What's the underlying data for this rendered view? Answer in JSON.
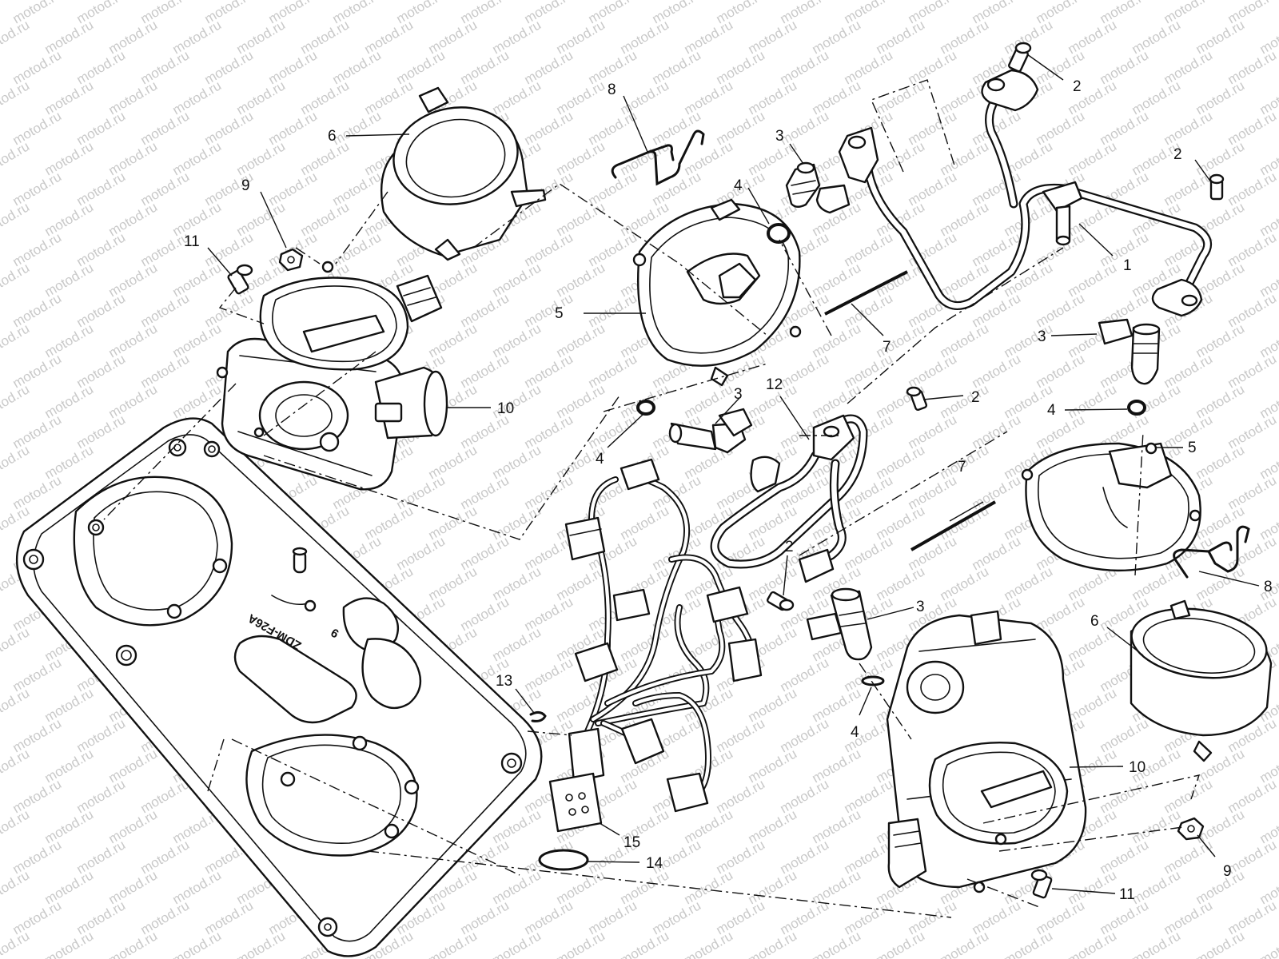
{
  "watermark": "motod.ru",
  "colors": {
    "line": "#111111",
    "background": "#ffffff",
    "watermark": "#c9c9c9"
  },
  "plenum_marking": "ZDM-F26A",
  "plenum_marking_small": "9",
  "callouts": [
    {
      "id": "c2a",
      "label": "2"
    },
    {
      "id": "c2b",
      "label": "2"
    },
    {
      "id": "c2c",
      "label": "2"
    },
    {
      "id": "c2d",
      "label": "2"
    },
    {
      "id": "c1",
      "label": "1"
    },
    {
      "id": "c3a",
      "label": "3"
    },
    {
      "id": "c3b",
      "label": "3"
    },
    {
      "id": "c3c",
      "label": "3"
    },
    {
      "id": "c3d",
      "label": "3"
    },
    {
      "id": "c4a",
      "label": "4"
    },
    {
      "id": "c4b",
      "label": "4"
    },
    {
      "id": "c4c",
      "label": "4"
    },
    {
      "id": "c4d",
      "label": "4"
    },
    {
      "id": "c5a",
      "label": "5"
    },
    {
      "id": "c5b",
      "label": "5"
    },
    {
      "id": "c6a",
      "label": "6"
    },
    {
      "id": "c6b",
      "label": "6"
    },
    {
      "id": "c7a",
      "label": "7"
    },
    {
      "id": "c7b",
      "label": "7"
    },
    {
      "id": "c8a",
      "label": "8"
    },
    {
      "id": "c8b",
      "label": "8"
    },
    {
      "id": "c9a",
      "label": "9"
    },
    {
      "id": "c9b",
      "label": "9"
    },
    {
      "id": "c10a",
      "label": "10"
    },
    {
      "id": "c10b",
      "label": "10"
    },
    {
      "id": "c11a",
      "label": "11"
    },
    {
      "id": "c11b",
      "label": "11"
    },
    {
      "id": "c12",
      "label": "12"
    },
    {
      "id": "c13",
      "label": "13"
    },
    {
      "id": "c14",
      "label": "14"
    },
    {
      "id": "c15",
      "label": "15"
    }
  ]
}
